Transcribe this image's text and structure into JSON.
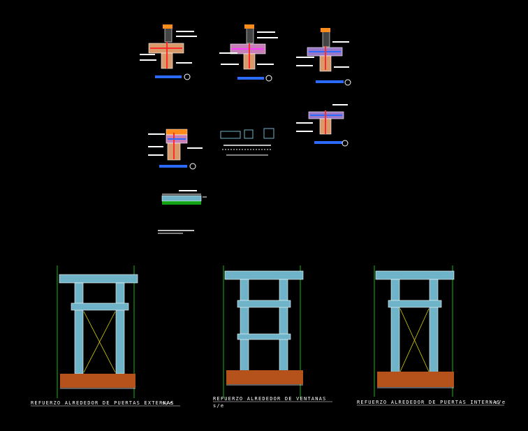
{
  "colors": {
    "background": "#000000",
    "concrete": "#6fb3c8",
    "outline": "#ffffff",
    "rebar_red": "#ff2a2a",
    "rebar_magenta": "#ff3cff",
    "tie_blue": "#2b6bff",
    "grid_green": "#19e619",
    "dim_orange": "#ff8c1a",
    "soil_brown": "#b5521c",
    "cross_yellow": "#d8d000"
  },
  "panels": {
    "puertas_externas": {
      "title": "REFUERZO ALREDEDOR DE PUERTAS EXTERNAS",
      "scale": "s/e"
    },
    "ventanas": {
      "title": "REFUERZO ALREDEDOR DE VENTANAS",
      "scale": "s/e"
    },
    "puertas_internas": {
      "title": "REFUERZO ALREDEDOR DE PUERTAS INTERNAS",
      "scale": "s/e"
    }
  }
}
